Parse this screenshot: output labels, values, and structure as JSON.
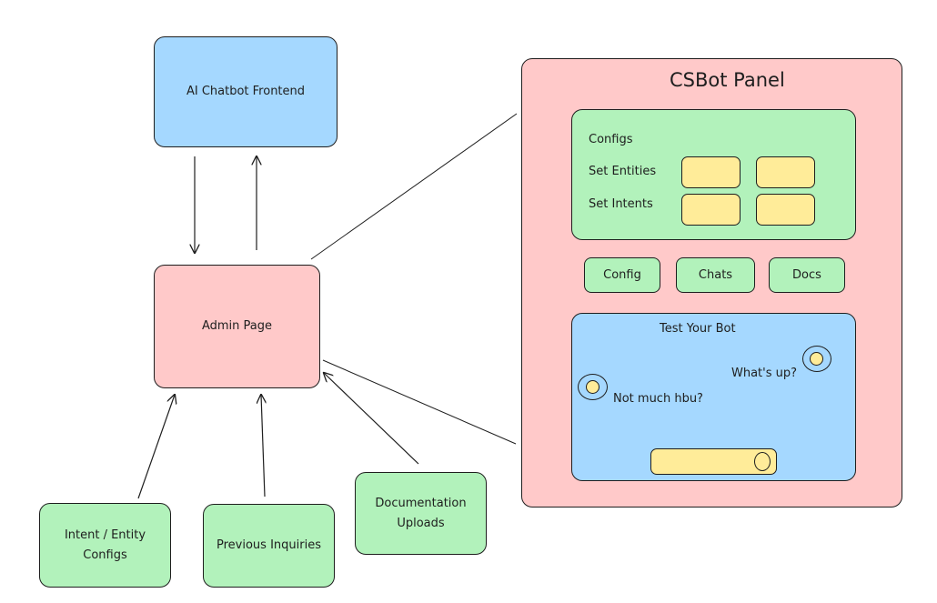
{
  "nodes": {
    "frontend": "AI Chatbot Frontend",
    "admin": "Admin Page",
    "intent_entity_configs": "Intent / Entity Configs",
    "previous_inquiries": "Previous Inquiries",
    "documentation_uploads": "Documentation Uploads"
  },
  "panel": {
    "title": "CSBot Panel",
    "configs": {
      "heading": "Configs",
      "set_entities": "Set Entities",
      "set_intents": "Set Intents"
    },
    "tabs": [
      "Config",
      "Chats",
      "Docs"
    ],
    "test": {
      "heading": "Test Your Bot",
      "user_message": "What's up?",
      "bot_message": "Not much hbu?"
    }
  },
  "colors": {
    "frontend": "#a5d8ff",
    "admin": "#ffc9c9",
    "sources": "#b2f2bb",
    "fields": "#ffec99",
    "stroke": "#1e1e1e"
  }
}
